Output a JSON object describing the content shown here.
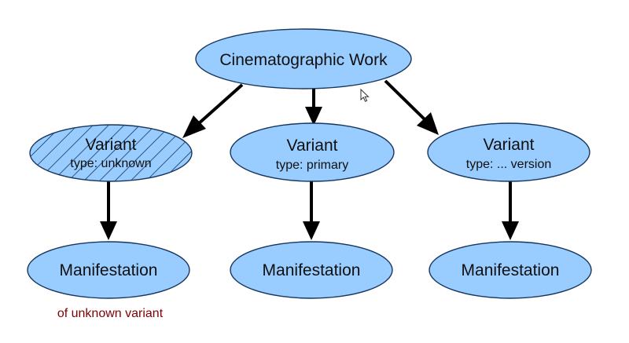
{
  "diagram": {
    "root": {
      "label": "Cinematographic Work"
    },
    "variants": [
      {
        "label": "Variant",
        "type_text": "type: unknown",
        "pattern": "hatched"
      },
      {
        "label": "Variant",
        "type_text": "type: primary",
        "pattern": "solid"
      },
      {
        "label": "Variant",
        "type_text": "type: ... version",
        "pattern": "solid"
      }
    ],
    "manifestations": [
      {
        "label": "Manifestation"
      },
      {
        "label": "Manifestation"
      },
      {
        "label": "Manifestation"
      }
    ],
    "caption": {
      "text": "of unknown variant"
    },
    "colors": {
      "node_fill": "#99ccff",
      "node_stroke": "#17365d",
      "arrow": "#000000",
      "caption": "#800000",
      "hatch": "#17365d"
    },
    "icons": {
      "cursor": "mouse-pointer-icon"
    }
  }
}
